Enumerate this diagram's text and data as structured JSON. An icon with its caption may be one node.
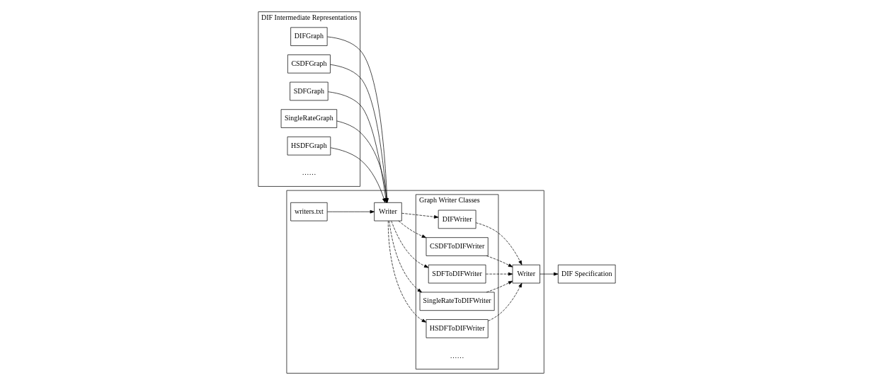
{
  "diagram": {
    "nodes": [
      {
        "text": [
          "DIF Intermediate Representations"
        ]
      },
      {
        "text": [
          "DIFGraph"
        ],
        "in": 0
      },
      {
        "text": [
          "CSDFGraph"
        ],
        "in": 0
      },
      {
        "text": [
          "SDFGraph"
        ],
        "in": 0
      },
      {
        "text": [
          "SingleRateGraph"
        ],
        "in": 0
      },
      {
        "text": [
          "HSDFGraph"
        ],
        "in": 0
      },
      {
        "text": [],
        "shape": "box"
      },
      {
        "text": [
          "writers.txt"
        ],
        "in": 6
      },
      {
        "text": [
          "Writer"
        ],
        "in": 6
      },
      {
        "text": [
          "Graph Writer Classes"
        ],
        "in": 6
      },
      {
        "text": [
          "DIFWriter"
        ],
        "in": 9
      },
      {
        "text": [
          "CSDFToDIFWriter"
        ],
        "in": 9
      },
      {
        "text": [
          "SDFToDIFWriter"
        ],
        "in": 9
      },
      {
        "text": [
          "SingleRateToDIFWriter"
        ],
        "in": 9
      },
      {
        "text": [
          "HSDFToDIFWriter"
        ],
        "in": 9
      },
      {
        "text": [
          "Writer"
        ],
        "in": 6
      },
      {
        "text": [
          "DIF Specification"
        ]
      }
    ],
    "edges": [
      {
        "from": 1,
        "to": 8,
        "arrow": "to"
      },
      {
        "from": 2,
        "to": 8,
        "arrow": "to"
      },
      {
        "from": 3,
        "to": 8,
        "arrow": "to"
      },
      {
        "from": 4,
        "to": 8,
        "arrow": "to"
      },
      {
        "from": 5,
        "to": 8,
        "arrow": "to"
      },
      {
        "from": 7,
        "to": 8,
        "arrow": "to"
      },
      {
        "from": 8,
        "to": 10,
        "arrow": "to",
        "style": "dashed"
      },
      {
        "from": 8,
        "to": 11,
        "arrow": "to",
        "style": "dashed"
      },
      {
        "from": 8,
        "to": 12,
        "arrow": "to",
        "style": "dashed"
      },
      {
        "from": 8,
        "to": 13,
        "arrow": "to",
        "style": "dashed"
      },
      {
        "from": 8,
        "to": 14,
        "arrow": "to",
        "style": "dashed"
      },
      {
        "from": 10,
        "to": 15,
        "arrow": "to",
        "style": "dashed"
      },
      {
        "from": 11,
        "to": 15,
        "arrow": "to",
        "style": "dashed"
      },
      {
        "from": 12,
        "to": 15,
        "arrow": "to",
        "style": "dashed"
      },
      {
        "from": 13,
        "to": 15,
        "arrow": "to",
        "style": "dashed"
      },
      {
        "from": 14,
        "to": 15,
        "arrow": "to",
        "style": "dashed"
      },
      {
        "from": 15,
        "to": 16,
        "arrow": "to"
      }
    ],
    "labels": [
      "……",
      "……"
    ]
  }
}
